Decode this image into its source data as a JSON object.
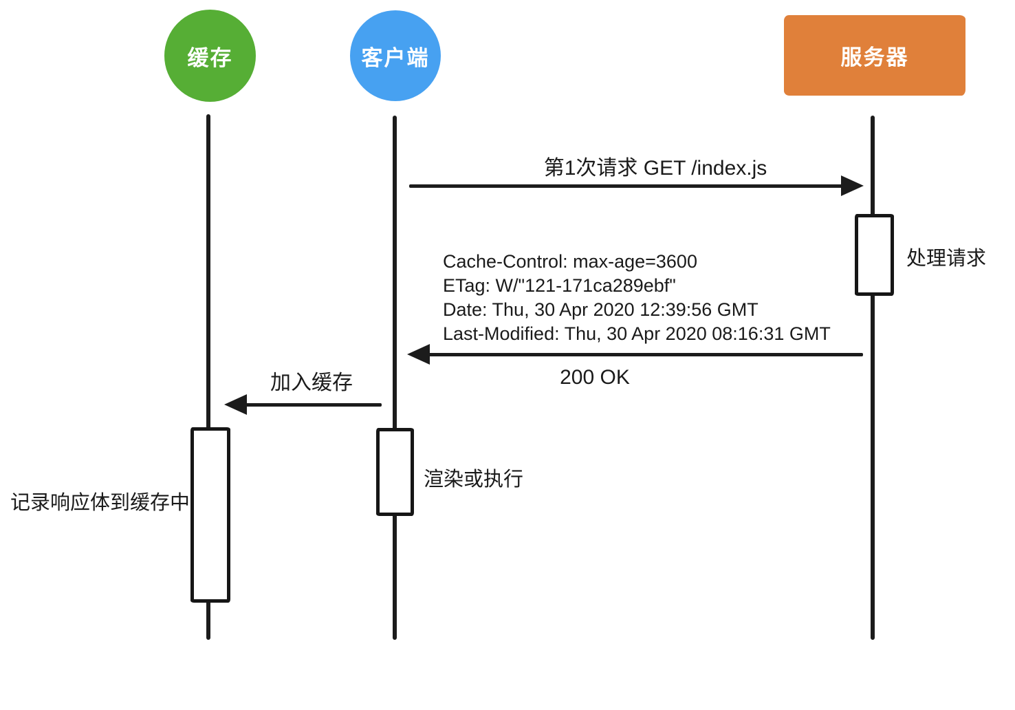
{
  "diagram": {
    "actors": {
      "cache": {
        "label": "缓存",
        "color": "#56ae35",
        "shape": "circle"
      },
      "client": {
        "label": "客户端",
        "color": "#47a1f1",
        "shape": "circle"
      },
      "server": {
        "label": "服务器",
        "color": "#e0803a",
        "shape": "rect"
      }
    },
    "messages": {
      "first_request": {
        "label": "第1次请求 GET /index.js",
        "from": "client",
        "to": "server"
      },
      "response_200": {
        "label": "200 OK",
        "from": "server",
        "to": "client"
      },
      "add_to_cache": {
        "label": "加入缓存",
        "from": "client",
        "to": "cache"
      }
    },
    "response_headers": {
      "cache_control": "Cache-Control: max-age=3600",
      "etag": "ETag: W/\"121-171ca289ebf\"",
      "date": "Date: Thu, 30 Apr 2020 12:39:56 GMT",
      "last_modified": "Last-Modified: Thu, 30 Apr 2020 08:16:31 GMT"
    },
    "activities": {
      "server": {
        "label": "处理请求"
      },
      "client": {
        "label": "渲染或执行"
      },
      "cache": {
        "label": "记录响应体到缓存中"
      }
    }
  }
}
